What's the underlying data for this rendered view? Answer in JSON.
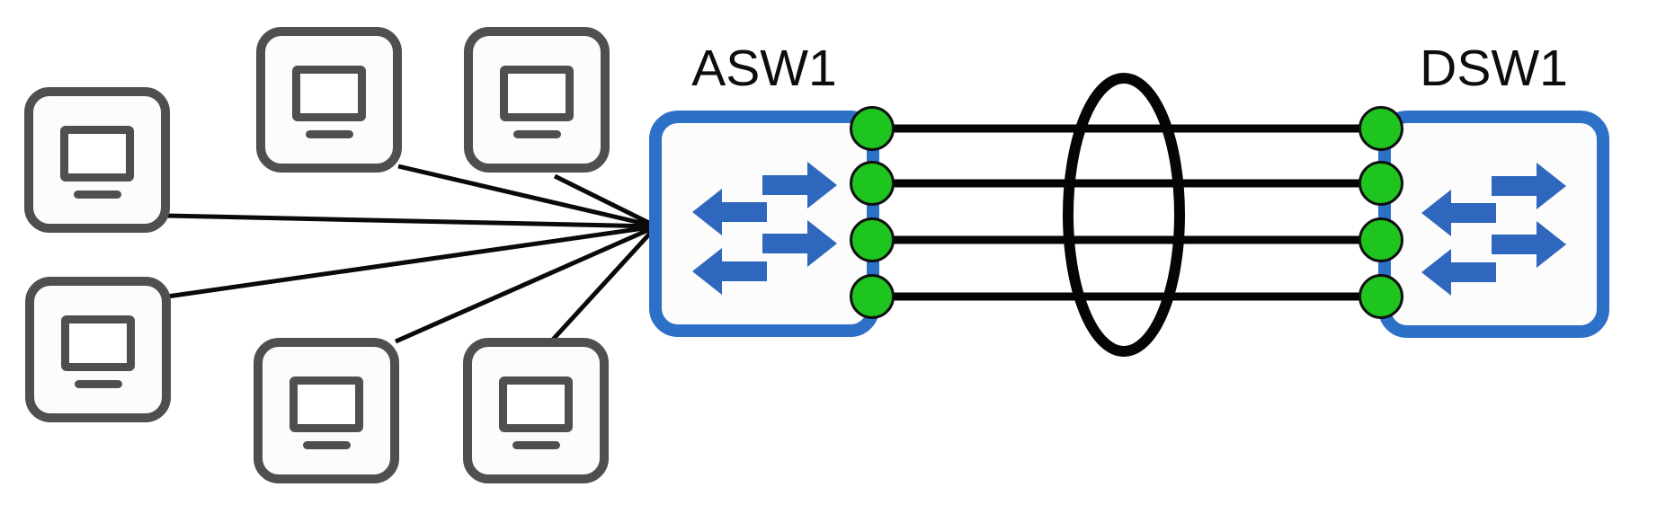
{
  "diagram": {
    "type": "network-topology",
    "switches": [
      {
        "id": "asw1",
        "label": "ASW1",
        "role": "access-switch",
        "icon": "switch-icon",
        "ports_up": 4
      },
      {
        "id": "dsw1",
        "label": "DSW1",
        "role": "distribution-switch",
        "icon": "switch-icon",
        "ports_up": 4
      }
    ],
    "hosts": [
      {
        "id": "pc-1",
        "icon": "desktop-pc-icon",
        "connected_to": "ASW1"
      },
      {
        "id": "pc-2",
        "icon": "desktop-pc-icon",
        "connected_to": "ASW1"
      },
      {
        "id": "pc-3",
        "icon": "desktop-pc-icon",
        "connected_to": "ASW1"
      },
      {
        "id": "pc-4",
        "icon": "desktop-pc-icon",
        "connected_to": "ASW1"
      },
      {
        "id": "pc-5",
        "icon": "desktop-pc-icon",
        "connected_to": "ASW1"
      },
      {
        "id": "pc-6",
        "icon": "desktop-pc-icon",
        "connected_to": "ASW1"
      }
    ],
    "uplink_bundle": {
      "between": [
        "ASW1",
        "DSW1"
      ],
      "link_count": 4,
      "annotation": "link-aggregation-ellipse",
      "port_status": "up"
    },
    "colors": {
      "switch_blue": "#2d70c8",
      "arrow_blue": "#2e67bd",
      "port_green": "#1ec51e",
      "host_gray": "#4f4f4f",
      "line_black": "#0a0a0a",
      "background": "#ffffff"
    }
  }
}
